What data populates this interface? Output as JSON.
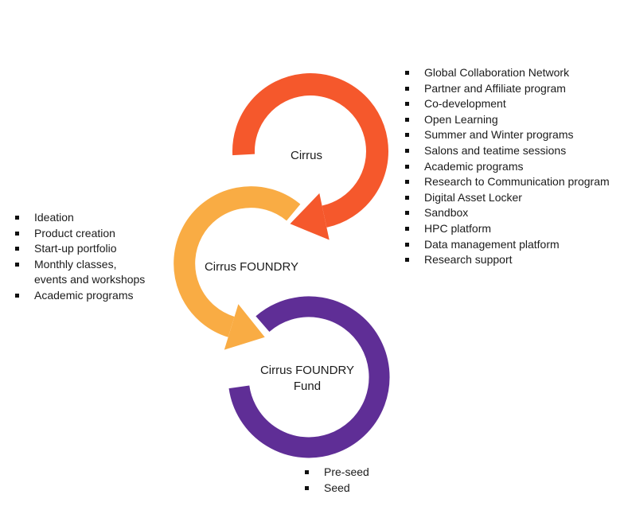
{
  "colors": {
    "orange": "#F5582C",
    "amber": "#F9AC44",
    "purple": "#5F2E96",
    "text": "#1B1B1B",
    "bullet": "#111111",
    "background": "#FFFFFF"
  },
  "cycle": {
    "stage1": {
      "label": "Cirrus"
    },
    "stage2": {
      "label": "Cirrus FOUNDRY"
    },
    "stage3": {
      "label_line1": "Cirrus FOUNDRY",
      "label_line2": "Fund"
    }
  },
  "right_list": {
    "items": [
      "Global Collaboration Network",
      "Partner and Affiliate program",
      "Co-development",
      "Open Learning",
      "Summer and Winter programs",
      "Salons and teatime sessions",
      "Academic programs",
      "Research to Communication program",
      "Digital Asset Locker",
      "Sandbox",
      "HPC platform",
      "Data management platform",
      "Research support"
    ]
  },
  "left_list": {
    "items": [
      "Ideation",
      "Product creation",
      "Start-up portfolio",
      "Monthly classes,",
      "events and workshops",
      "Academic programs"
    ]
  },
  "bottom_list": {
    "items": [
      "Pre-seed",
      "Seed"
    ]
  }
}
